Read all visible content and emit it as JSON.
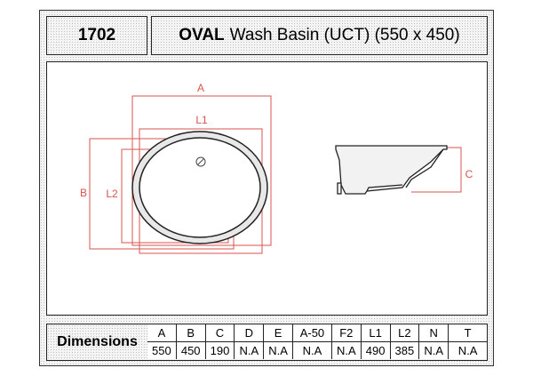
{
  "model_code": "1702",
  "title": {
    "bold": "OVAL",
    "rest": "Wash Basin (UCT) (550 x 450)"
  },
  "drawing": {
    "labels": {
      "A": "A",
      "L1": "L1",
      "B": "B",
      "L2": "L2",
      "C": "C"
    },
    "line_color": "#d9534f"
  },
  "dimensions": {
    "label": "Dimensions",
    "columns": [
      {
        "key": "A",
        "value": "550"
      },
      {
        "key": "B",
        "value": "450"
      },
      {
        "key": "C",
        "value": "190"
      },
      {
        "key": "D",
        "value": "N.A"
      },
      {
        "key": "E",
        "value": "N.A"
      },
      {
        "key": "A-50",
        "value": "N.A"
      },
      {
        "key": "F2",
        "value": "N.A"
      },
      {
        "key": "L1",
        "value": "490"
      },
      {
        "key": "L2",
        "value": "385"
      },
      {
        "key": "N",
        "value": "N.A"
      },
      {
        "key": "T",
        "value": "N.A"
      }
    ]
  }
}
